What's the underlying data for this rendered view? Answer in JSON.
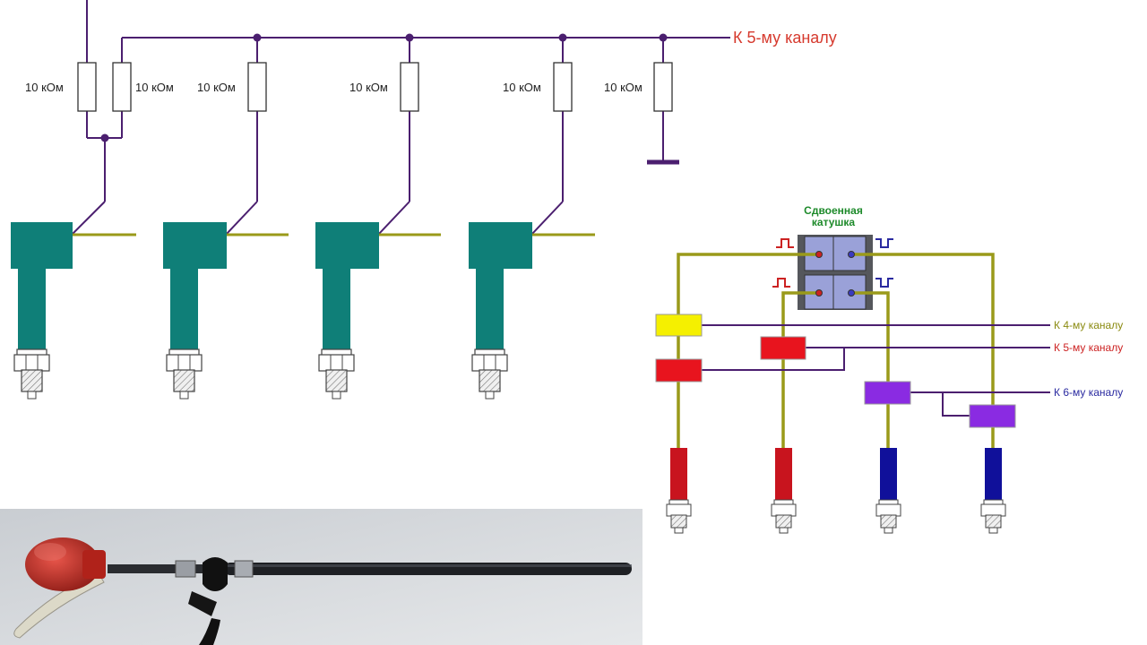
{
  "top_schematic": {
    "channel_label": "К 5-му каналу",
    "resistor_labels": [
      "10 кОм",
      "10 кОм",
      "10 кОм",
      "10 кОм",
      "10 кОм",
      "10 кОм"
    ]
  },
  "coil_schematic": {
    "coil_title_line1": "Сдвоенная",
    "coil_title_line2": "катушка",
    "channel_4_label": "К 4-му каналу",
    "channel_5_label": "К 5-му каналу",
    "channel_6_label": "К 6-му каналу"
  },
  "colors": {
    "wire_purple": "#4b1f6f",
    "ignition_teal": "#0f7f78",
    "wire_olive": "#9a9a1a",
    "channel_red": "#cc2222",
    "channel_blue": "#2a2aa0",
    "channel_olive": "#8a8a10",
    "title_green": "#1d8a2a"
  },
  "photo": {
    "subject": "sensor-probe-photo"
  }
}
